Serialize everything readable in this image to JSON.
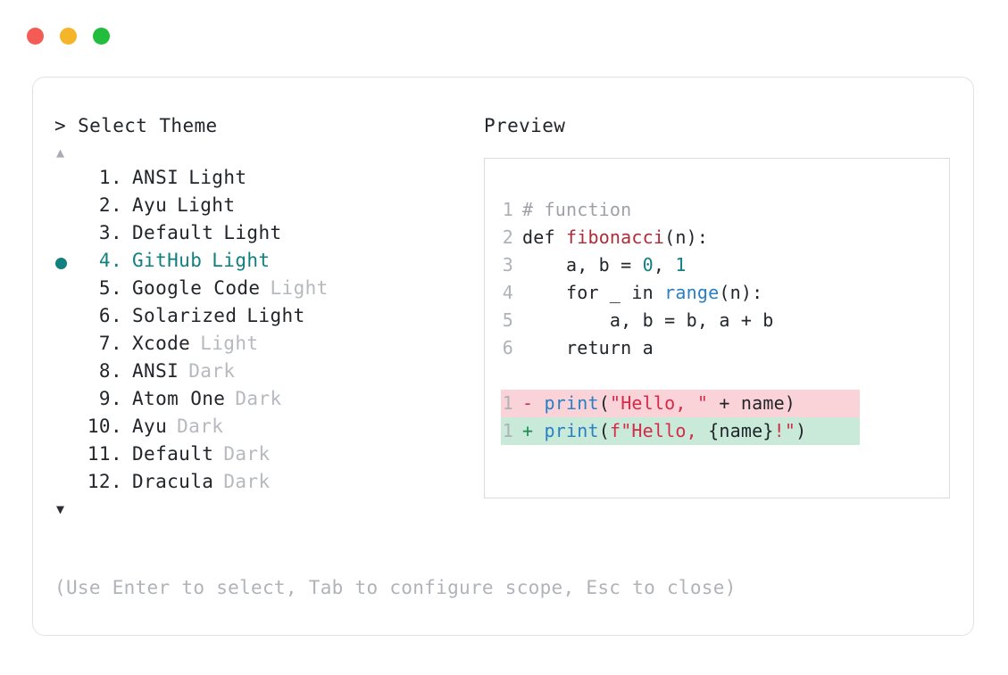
{
  "window": {
    "traffic_lights": [
      {
        "name": "close-button",
        "color": "#f45b54"
      },
      {
        "name": "minimize-button",
        "color": "#f5b529"
      },
      {
        "name": "maximize-button",
        "color": "#23bd3d"
      }
    ]
  },
  "prompt": {
    "marker": ">",
    "label": "Select Theme",
    "full": "> Select Theme"
  },
  "scroll": {
    "up_arrow": "▲",
    "down_arrow": "▼",
    "up_active": false,
    "down_active": true
  },
  "selection": {
    "bullet": "●",
    "selected_index": 4,
    "accent_color": "#11807f"
  },
  "theme_list": [
    {
      "number": "1.",
      "name": "ANSI",
      "variant": "Light",
      "variant_dim": false,
      "selected": false
    },
    {
      "number": "2.",
      "name": "Ayu",
      "variant": "Light",
      "variant_dim": false,
      "selected": false
    },
    {
      "number": "3.",
      "name": "Default",
      "variant": "Light",
      "variant_dim": false,
      "selected": false
    },
    {
      "number": "4.",
      "name": "GitHub",
      "variant": "Light",
      "variant_dim": false,
      "selected": true
    },
    {
      "number": "5.",
      "name": "Google Code",
      "variant": "Light",
      "variant_dim": true,
      "selected": false
    },
    {
      "number": "6.",
      "name": "Solarized",
      "variant": "Light",
      "variant_dim": false,
      "selected": false
    },
    {
      "number": "7.",
      "name": "Xcode",
      "variant": "Light",
      "variant_dim": true,
      "selected": false
    },
    {
      "number": "8.",
      "name": "ANSI",
      "variant": "Dark",
      "variant_dim": true,
      "selected": false
    },
    {
      "number": "9.",
      "name": "Atom One",
      "variant": "Dark",
      "variant_dim": true,
      "selected": false
    },
    {
      "number": "10.",
      "name": "Ayu",
      "variant": "Dark",
      "variant_dim": true,
      "selected": false
    },
    {
      "number": "11.",
      "name": "Default",
      "variant": "Dark",
      "variant_dim": true,
      "selected": false
    },
    {
      "number": "12.",
      "name": "Dracula",
      "variant": "Dark",
      "variant_dim": true,
      "selected": false
    }
  ],
  "help": {
    "text": "(Use Enter to select, Tab to configure scope, Esc to close)"
  },
  "preview": {
    "label": "Preview",
    "code_lines": [
      {
        "number": "1",
        "tokens": [
          {
            "text": "# function",
            "type": "comment"
          }
        ]
      },
      {
        "number": "2",
        "tokens": [
          {
            "text": "def ",
            "type": "keyword"
          },
          {
            "text": "fibonacci",
            "type": "func"
          },
          {
            "text": "(n):",
            "type": "plain"
          }
        ]
      },
      {
        "number": "3",
        "tokens": [
          {
            "text": "    a, b = ",
            "type": "plain"
          },
          {
            "text": "0",
            "type": "number"
          },
          {
            "text": ", ",
            "type": "plain"
          },
          {
            "text": "1",
            "type": "number"
          }
        ]
      },
      {
        "number": "4",
        "tokens": [
          {
            "text": "    for _ in ",
            "type": "plain"
          },
          {
            "text": "range",
            "type": "builtin"
          },
          {
            "text": "(n):",
            "type": "plain"
          }
        ]
      },
      {
        "number": "5",
        "tokens": [
          {
            "text": "        a, b = b, a + b",
            "type": "plain"
          }
        ]
      },
      {
        "number": "6",
        "tokens": [
          {
            "text": "    return a",
            "type": "plain"
          }
        ]
      }
    ],
    "diff_lines": [
      {
        "number": "1",
        "marker": "-",
        "kind": "del",
        "tokens": [
          {
            "text": "print",
            "type": "call"
          },
          {
            "text": "(",
            "type": "plain"
          },
          {
            "text": "\"Hello, \"",
            "type": "string"
          },
          {
            "text": " + name)",
            "type": "plain"
          }
        ]
      },
      {
        "number": "1",
        "marker": "+",
        "kind": "add",
        "tokens": [
          {
            "text": "print",
            "type": "call"
          },
          {
            "text": "(",
            "type": "plain"
          },
          {
            "text": "f\"Hello, ",
            "type": "string"
          },
          {
            "text": "{name}",
            "type": "plain"
          },
          {
            "text": "!\"",
            "type": "string"
          },
          {
            "text": ")",
            "type": "plain"
          }
        ]
      }
    ]
  },
  "colors": {
    "accent": "#11807f",
    "text": "#22252a",
    "dim": "#b6b9be",
    "diff_del_bg": "#fad3d8",
    "diff_add_bg": "#c9ead9",
    "panel_border": "#e2e2e4"
  }
}
